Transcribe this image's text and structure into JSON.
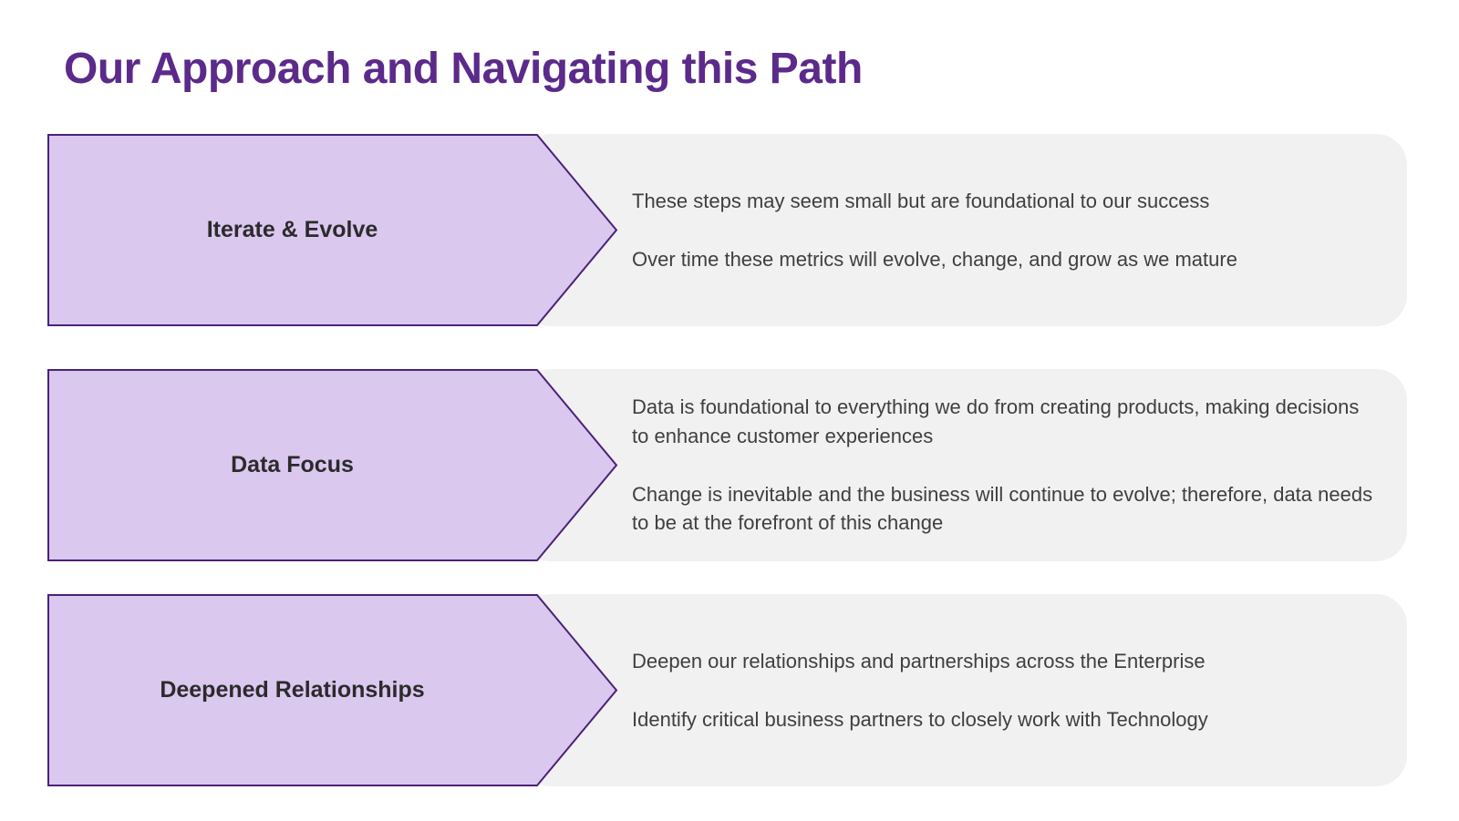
{
  "slide": {
    "title": "Our Approach and Navigating this Path",
    "rows": [
      {
        "label": "Iterate & Evolve",
        "points": [
          "These steps may seem small but are foundational to our success",
          "Over time these metrics will evolve, change, and grow as we mature"
        ]
      },
      {
        "label": "Data Focus",
        "points": [
          "Data is foundational to everything we do from creating products, making decisions to enhance customer experiences",
          "Change is inevitable and the business will continue to evolve; therefore, data needs to be at the forefront of this change"
        ]
      },
      {
        "label": "Deepened Relationships",
        "points": [
          "Deepen our relationships and partnerships across the Enterprise",
          "Identify critical business partners to closely work with Technology"
        ]
      }
    ],
    "colors": {
      "title_text": "#5B2A8A",
      "arrow_fill": "#DAC8EF",
      "arrow_border": "#4B2178",
      "panel_background": "#F1F1F1",
      "body_text": "#3F3F3F",
      "label_text": "#2B2B2B"
    }
  }
}
